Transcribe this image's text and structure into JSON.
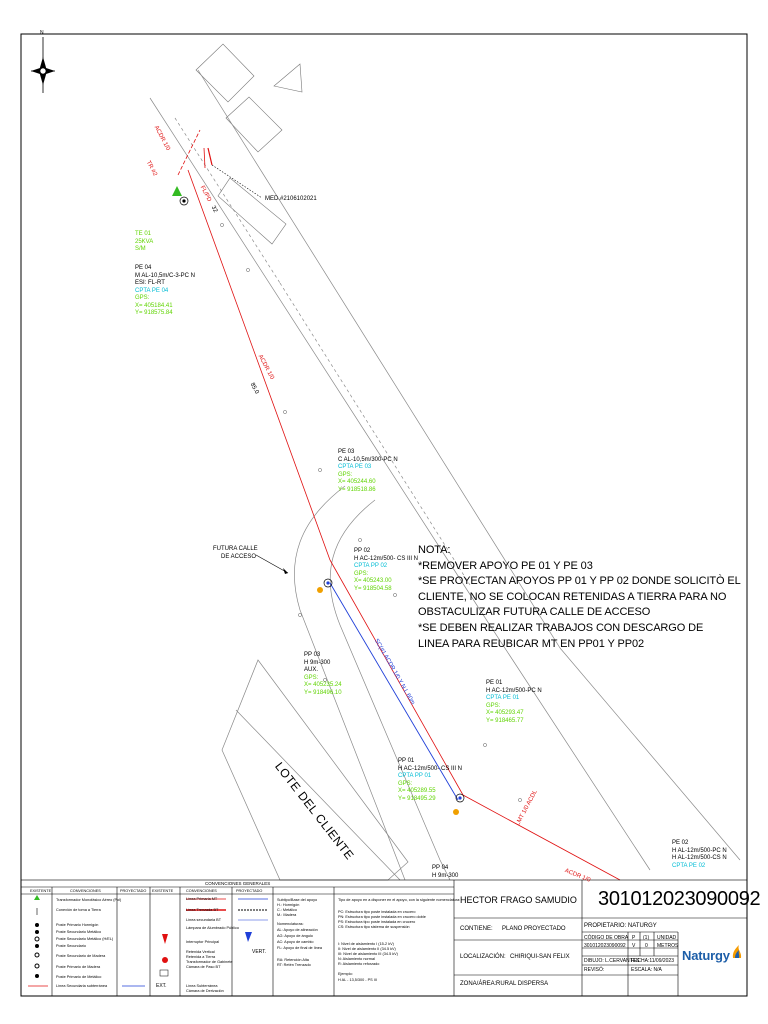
{
  "map": {
    "north_mark": "N",
    "meter_label": "MED.#2106102021",
    "road_labels": {
      "acdr_top": "ACDR 1/0",
      "trs": "TR #2",
      "flpd": "FL/PD",
      "acdr_mid": "ACDR 1/0",
      "span_32": "32",
      "span_85": "85.0",
      "blue_line": "SC(#1 ACDR 1/0 Y N L 60m",
      "lmt_right": "LMT 1/0 ACDL",
      "acdr_br": "ACDR 1/0"
    },
    "futura": [
      "FUTURA CALLE",
      "DE ACCESO"
    ],
    "lote": "LOTE DEL CLIENTE",
    "structures": {
      "te01": {
        "lines": [
          "TE 01",
          "25KVA",
          "S/M"
        ]
      },
      "pe04": {
        "title": "PE 04",
        "lines": [
          "M AL-10,5m/C-3-PC N",
          "ESI: FL-RT"
        ],
        "cpta": "CPTA PE 04",
        "gps": [
          "GPS:",
          "X= 405184.41",
          "Y= 918575.84"
        ]
      },
      "pe03": {
        "title": "PE 03",
        "lines": [
          "C AL-10,5m/300-PC N"
        ],
        "cpta": "CPTA PE 03",
        "gps": [
          "GPS:",
          "X= 405244.60",
          "Y= 918518.86"
        ]
      },
      "pp02": {
        "title": "PP 02",
        "lines": [
          "H AC-12m/500- CS III N"
        ],
        "cpta": "CPTA PP 02",
        "gps": [
          "GPS:",
          "X= 405243.00",
          "Y= 918504.58"
        ]
      },
      "pp03": {
        "title": "PP 03",
        "lines": [
          "H 9m-300",
          "AUX."
        ],
        "cpta": "",
        "gps": [
          "GPS:",
          "X= 405235.24",
          "Y= 918496.10"
        ]
      },
      "pe01": {
        "title": "PE 01",
        "lines": [
          "H AC-12m/500-PC N"
        ],
        "cpta": "CPTA PE 01",
        "gps": [
          "GPS:",
          "X= 405293.47",
          "Y= 918465.77"
        ]
      },
      "pp01": {
        "title": "PP 01",
        "lines": [
          "H AC-12m/500- CS III N"
        ],
        "cpta": "CPTA PP 01",
        "gps": [
          "GPS:",
          "X= 405289.55",
          "Y= 918495.29"
        ]
      },
      "pe02": {
        "title": "PE 02",
        "lines": [
          "H AL-12m/500-PC N",
          "H AL-12m/500-CS N"
        ],
        "cpta": "CPTA PE 02",
        "gps": []
      },
      "pp04": {
        "title": "PP 04",
        "lines": [
          "H 9m-300"
        ]
      }
    }
  },
  "note": {
    "title": "NOTA:",
    "lines": [
      "*REMOVER APOYO PE 01 Y PE 03",
      "*SE PROYECTAN APOYOS PP 01 Y PP 02 DONDE SOLICITÒ EL",
      "CLIENTE, NO SE COLOCAN RETENIDAS A TIERRA PARA NO",
      "OBSTACULIZAR FUTURA CALLE DE ACCESO",
      "*SE DEBEN REALIZAR TRABAJOS CON DESCARGO DE",
      "LINEA PARA REUBICAR MT EN PP01 Y PP02"
    ]
  },
  "legend": {
    "title": "CONVENCIONES GENERALES",
    "headers": [
      "EXISTENTE",
      "CONVENCIONES",
      "PROYECTADO",
      "EXISTENTE",
      "CONVENCIONES",
      "PROYECTADO"
    ],
    "col1": [
      "Transformador Monofásico Aéreo (Pol)",
      "Conexión de toma a Tierra",
      "Poste Primario Hormigón",
      "Poste Secundario Metálico",
      "Poste Secundario Metálico (H/EL)",
      "Poste Secundario",
      "Poste Secundario de Madera",
      "Poste Primario de Madera",
      "Poste Primario de Metálico",
      "Línea Secundaria subterránea"
    ],
    "col2": [
      "Línea Primaria MT",
      "Línea Trenzada BT",
      "Línea secundaria BT",
      "Lámpara de Alumbrado Público",
      "Interruptor Principal",
      "Retenida Vertical",
      "Retenida a Tierra",
      "Transformador de Gabinete",
      "Cámara de Paso BT",
      "Línea Subterránea",
      "Cámara de Derivación"
    ],
    "col3": [
      "Subtipo/Base del apoyo",
      "H.: Hormigón",
      "C.: Metálico",
      "M.: Madera",
      "Nomenclaturas:",
      "AL: Apoyo de alineación",
      "AG: Apoyo de ángulo",
      "AC: Apoyo de cambio",
      "FL: Apoyo de final de línea",
      "RA: Retención Alta",
      "RT: Retén Trenzado"
    ],
    "col4": [
      "Tipo de apoyo en a disponer en el apoyo, con la siguiente nomenclatura:",
      "PC: Estructura tipo poste instalada en crucero",
      "PN: Estructura tipo poste instalada en crucero doble",
      "PS: Estructura tipo poste instalada en crucero",
      "CS: Estructura tipo sistema de suspensión",
      "I: Nivel de aislamiento I (15-2 kV)",
      "II: Nivel de aislamiento II (34.5 kV)",
      "III: Nivel de aislamiento III (34.5 kV)",
      "N: Aislamiento normal",
      "R: Aislamiento reforzado",
      "Ejemplo:",
      "H AL - 13,5/300 - PS III"
    ],
    "proj_vert": "VERT.",
    "proj_ext": "EXT."
  },
  "title_block": {
    "name": "HECTOR FRAGO SAMUDIO",
    "number": "301012023090092",
    "contiene_label": "CONTIENE:",
    "contiene": "PLANO PROYECTADO",
    "localizacion_label": "LOCALIZACIÓN:",
    "localizacion": "CHIRIQUI-SAN FELIX",
    "zona_label": "ZONA/ÁREA:",
    "zona": "RURAL DISPERSA",
    "propietario": "PROPIETARIO: NATURGY",
    "codigo_obra": "CÓDIGO DE OBRA",
    "codigo": "301012023090092",
    "p": "P",
    "p_val": "(1)",
    "v": "V",
    "v_val": "0",
    "unidad": "UNIDAD",
    "metros": "METROS",
    "dibujo": "DIBUJO: L.CERVANTES",
    "fecha": "FECHA:11/09/2023",
    "reviso": "REVISÓ:",
    "escala": "ESCALA: N/A",
    "logo": "Naturgy"
  },
  "colors": {
    "red_line": "#e01010",
    "blue_line": "#1f3fd8",
    "green": "#5fd400",
    "cyan": "#00bcd4",
    "logo_blue": "#1d5ea8",
    "logo_orange": "#f59b00"
  }
}
